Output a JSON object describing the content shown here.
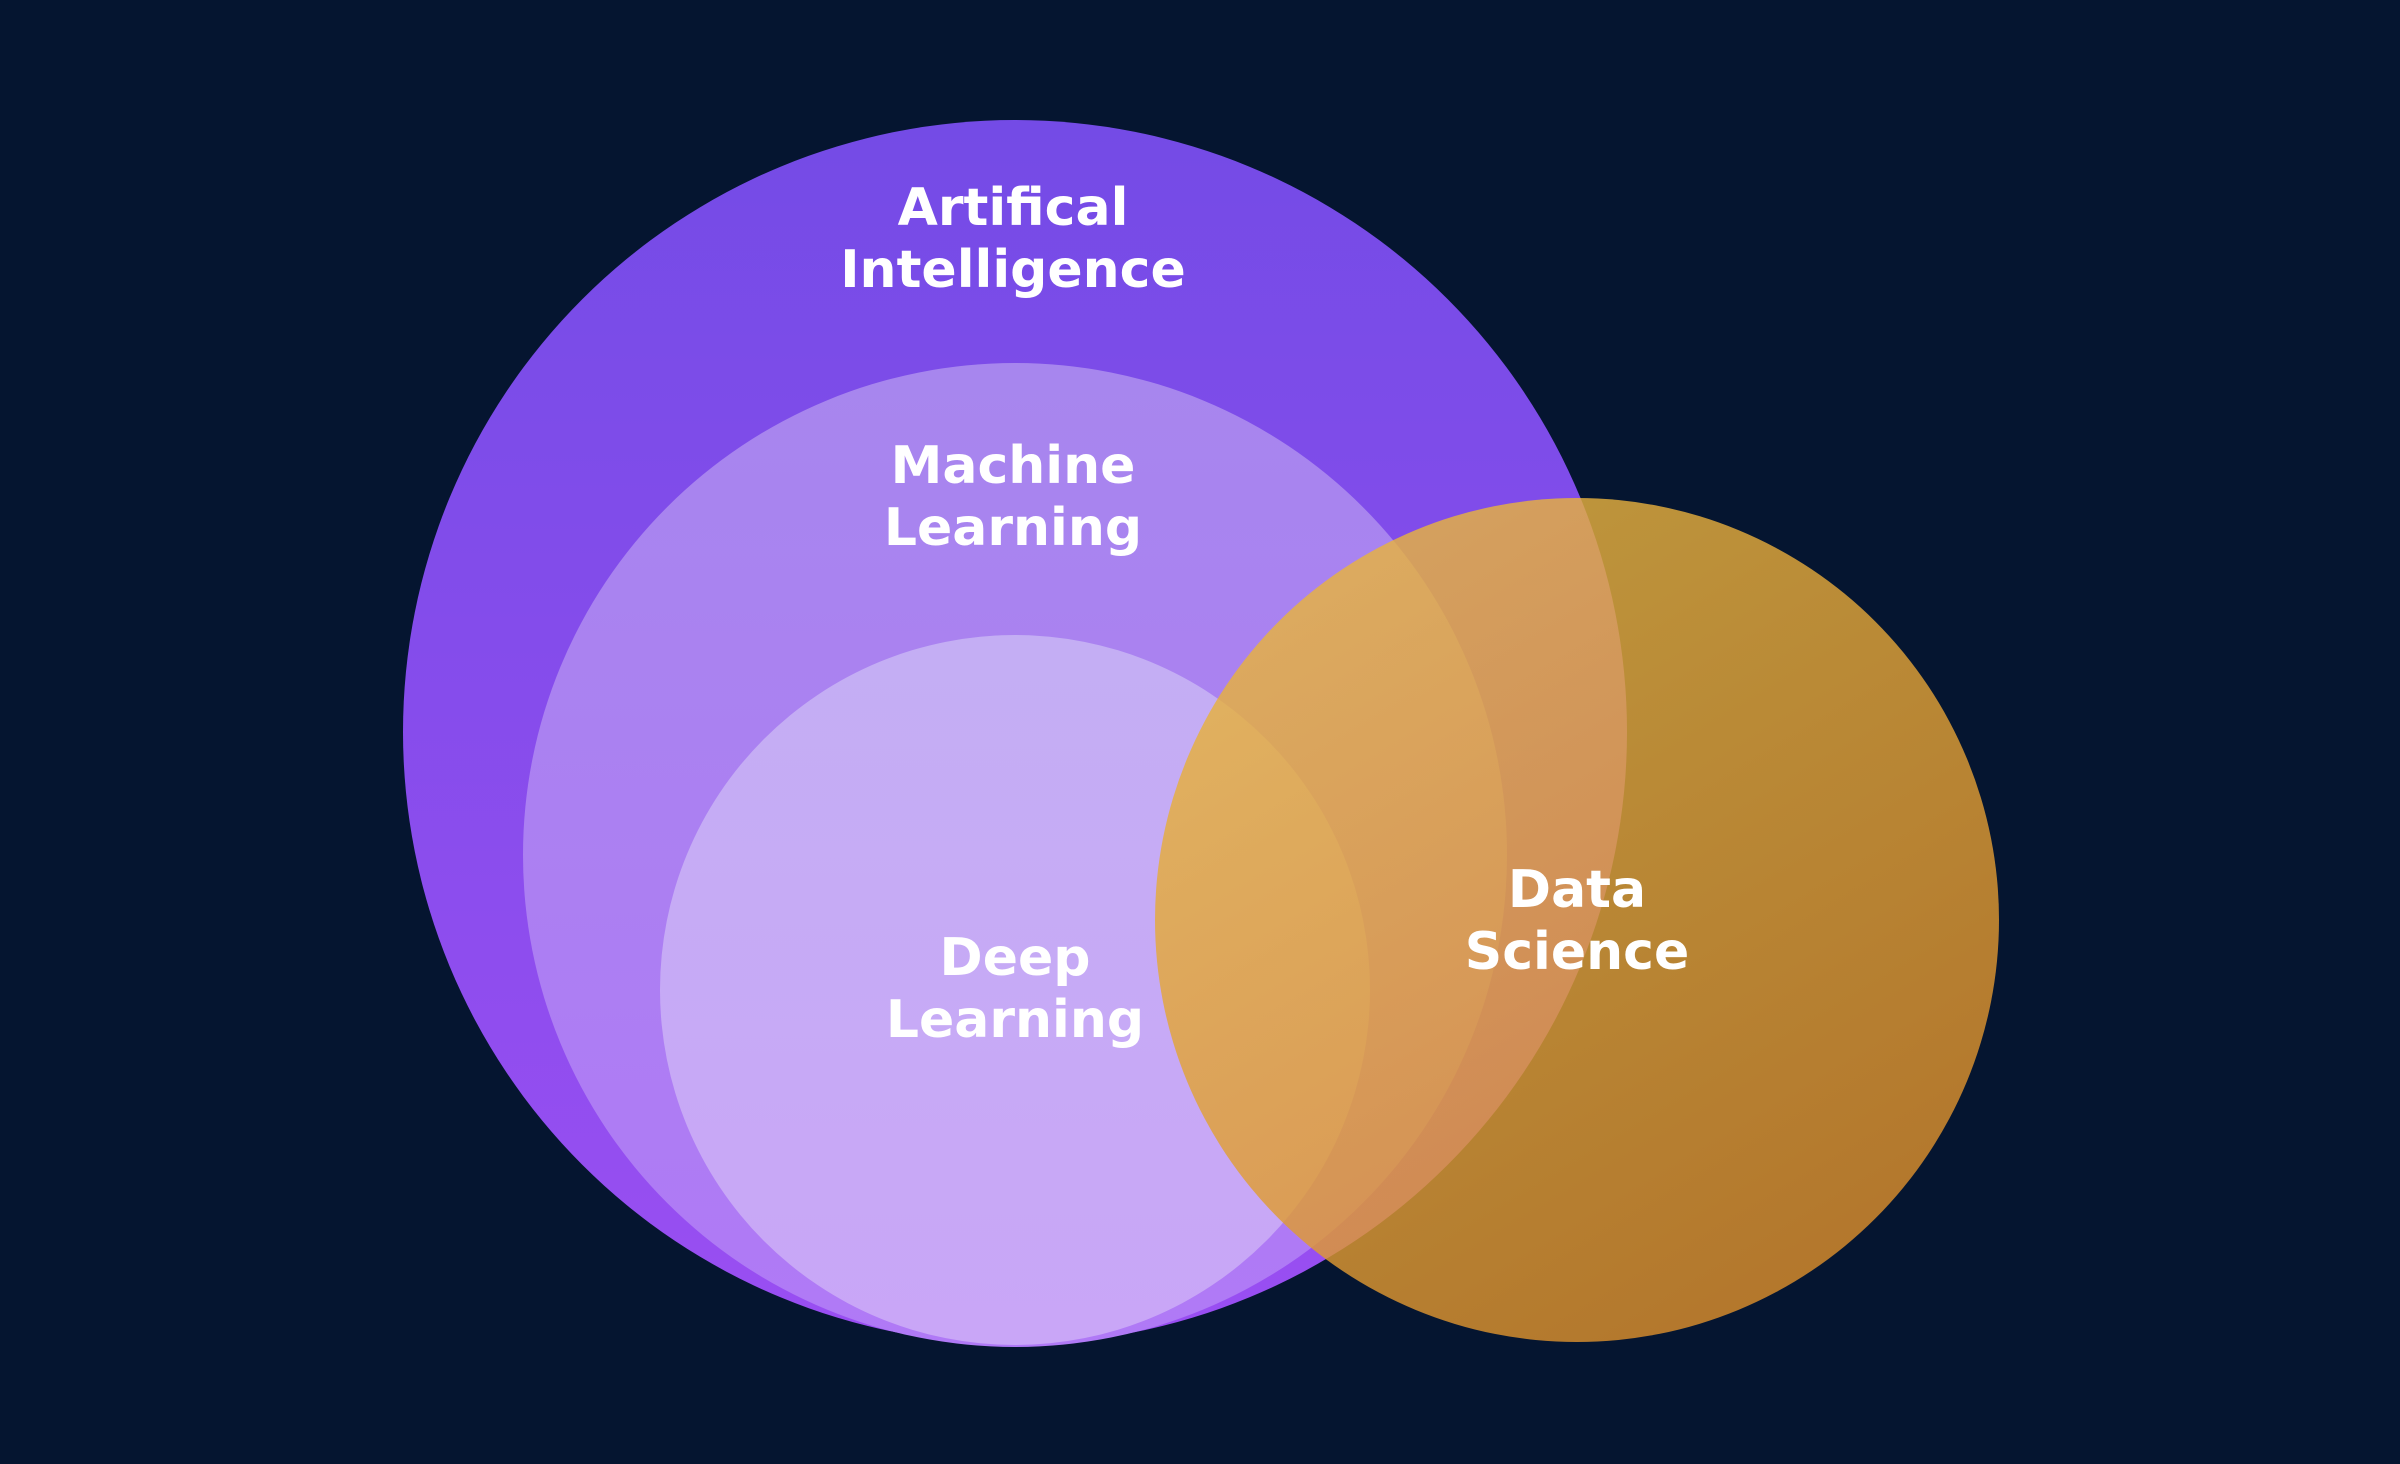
{
  "diagram": {
    "sets": [
      {
        "id": "ai",
        "label_lines": [
          "Artifical",
          "Intelligence"
        ],
        "color_top": "#744be6",
        "color_bottom": "#9a4ef2",
        "opacity": 1
      },
      {
        "id": "ml",
        "label_lines": [
          "Machine",
          "Learning"
        ],
        "color_top": "#a786ee",
        "color_bottom": "#b079f6",
        "opacity": 1
      },
      {
        "id": "dl",
        "label_lines": [
          "Deep",
          "Learning"
        ],
        "color_top": "#c4aef4",
        "color_bottom": "#c9a6f7",
        "opacity": 1
      },
      {
        "id": "ds",
        "label_lines": [
          "Data",
          "Science"
        ],
        "color_top": "#e8b641",
        "color_bottom": "#d98a2a",
        "opacity": 0.82
      }
    ],
    "background": "#051530",
    "label_color": "#ffffff"
  }
}
